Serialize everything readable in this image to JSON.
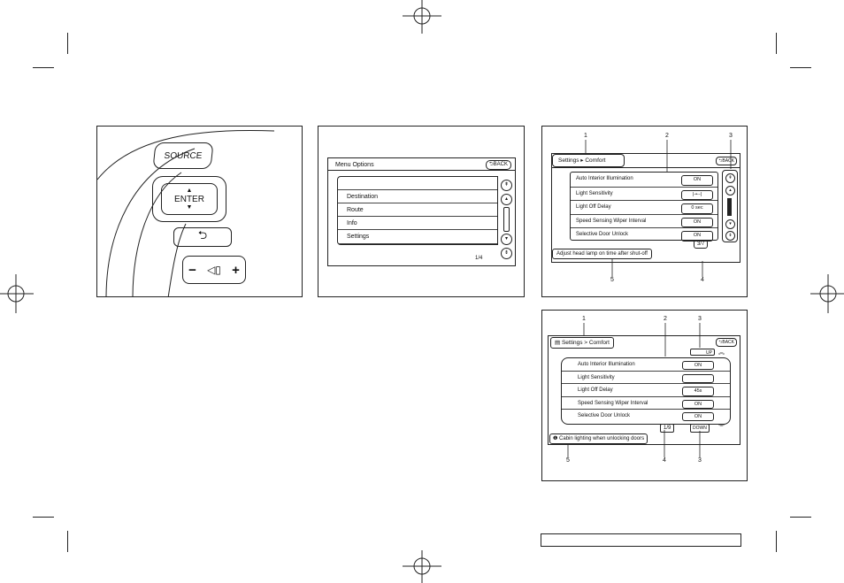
{
  "controls": {
    "source": "SOURCE",
    "enter": "ENTER"
  },
  "menu": {
    "title": "Menu Options",
    "back": "BACK",
    "items": [
      "Destination",
      "Route",
      "Info",
      "Settings"
    ],
    "page": "1/4"
  },
  "comfort1": {
    "title": "Settings ▸ Comfort",
    "back": "BACK",
    "rows": [
      {
        "label": "Auto Interior Illumination",
        "value": "ON"
      },
      {
        "label": "Light Sensitivity",
        "value": "|-•--|"
      },
      {
        "label": "Light Off Delay",
        "value": "0 sec"
      },
      {
        "label": "Speed Sensing Wiper Interval",
        "value": "ON"
      },
      {
        "label": "Selective Door Unlock",
        "value": "ON"
      }
    ],
    "page": "3/7",
    "status": "Adjust head lamp on time after shut-off",
    "callouts": {
      "c1": "1",
      "c2": "2",
      "c3": "3",
      "c4": "4",
      "c5": "5"
    }
  },
  "comfort2": {
    "title": "Settings > Comfort",
    "back": "BACK",
    "up": "UP",
    "down": "DOWN",
    "rows": [
      {
        "label": "Auto Interior Illumination",
        "value": "ON"
      },
      {
        "label": "Light Sensitivity",
        "value": ""
      },
      {
        "label": "Light Off Delay",
        "value": "45s"
      },
      {
        "label": "Speed Sensing Wiper Interval",
        "value": "ON"
      },
      {
        "label": "Selective Door Unlock",
        "value": "ON"
      }
    ],
    "page": "1/9",
    "status": "Cabin lighting when unlocking doors",
    "callouts": {
      "c1": "1",
      "c2": "2",
      "c3": "3",
      "c3b": "3",
      "c4": "4",
      "c5": "5"
    }
  }
}
